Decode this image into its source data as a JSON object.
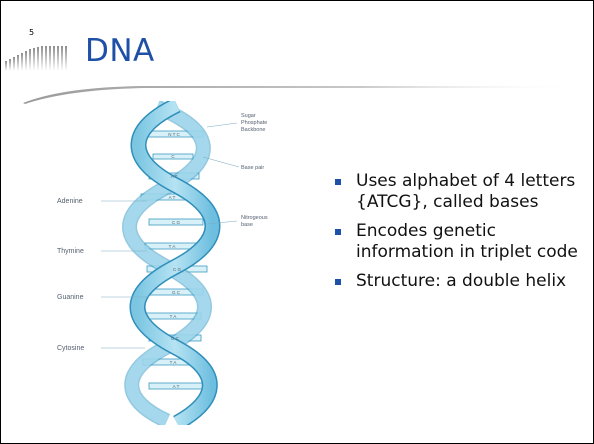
{
  "slide": {
    "page_number": "5",
    "title": "DNA"
  },
  "diagram": {
    "left_labels": [
      "Adenine",
      "Thymine",
      "Guanine",
      "Cytosine"
    ],
    "right_labels": {
      "backbone": [
        "Sugar",
        "Phosphate",
        "Backbone"
      ],
      "base_pair": "Base pair",
      "nitrogenous": [
        "Nitrogeous",
        "base"
      ]
    },
    "rung_labels": [
      "N T C",
      "C",
      "A T",
      "A T",
      "C G",
      "T A",
      "C G",
      "G C",
      "T A",
      "G C",
      "T A",
      "A T"
    ]
  },
  "bullets": [
    "Uses alphabet of 4 letters {ATCG}, called bases",
    "Encodes genetic information in triplet code",
    "Structure: a double helix"
  ],
  "colors": {
    "title": "#1f50a8",
    "bullet_marker": "#1f50a8",
    "helix_fill": "#9fd8ec",
    "helix_stroke": "#3d9cc4"
  }
}
